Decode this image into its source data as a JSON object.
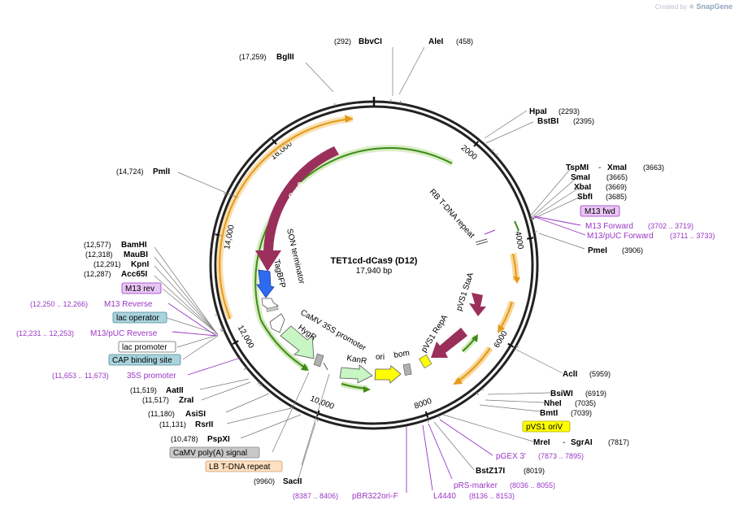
{
  "credit": {
    "prefix": "Created by",
    "brand": "SnapGene"
  },
  "plasmid": {
    "name": "TET1cd-dCas9 (D12)",
    "size_label": "17,940 bp",
    "length": 17940
  },
  "ticks": [
    {
      "bp": 2000,
      "label": "2000"
    },
    {
      "bp": 4000,
      "label": "4000"
    },
    {
      "bp": 6000,
      "label": "6000"
    },
    {
      "bp": 8000,
      "label": "8000"
    },
    {
      "bp": 10000,
      "label": "10,000"
    },
    {
      "bp": 12000,
      "label": "12,000"
    },
    {
      "bp": 14000,
      "label": "14,000"
    },
    {
      "bp": 16000,
      "label": "16,000"
    }
  ],
  "sites": [
    {
      "name": "BbvCI",
      "pos": "(292)",
      "bp": 292
    },
    {
      "name": "AleI",
      "pos": "(458)",
      "bp": 458
    },
    {
      "name": "HpaI",
      "pos": "(2293)",
      "bp": 2293
    },
    {
      "name": "BstBI",
      "pos": "(2395)",
      "bp": 2395
    },
    {
      "name": "TspMI",
      "name2": "XmaI",
      "pos": "(3663)",
      "bp": 3663
    },
    {
      "name": "SmaI",
      "pos": "(3665)",
      "bp": 3665
    },
    {
      "name": "XbaI",
      "pos": "(3669)",
      "bp": 3669
    },
    {
      "name": "SbfI",
      "pos": "(3685)",
      "bp": 3685
    },
    {
      "name": "PmeI",
      "pos": "(3906)",
      "bp": 3906
    },
    {
      "name": "AclI",
      "pos": "(5959)",
      "bp": 5959
    },
    {
      "name": "BsiWI",
      "pos": "(6919)",
      "bp": 6919
    },
    {
      "name": "NheI",
      "pos": "(7035)",
      "bp": 7035
    },
    {
      "name": "BmtI",
      "pos": "(7039)",
      "bp": 7039
    },
    {
      "name": "MreI",
      "name2": "SgrAI",
      "pos": "(7817)",
      "bp": 7817
    },
    {
      "name": "BstZ17I",
      "pos": "(8019)",
      "bp": 8019
    },
    {
      "name": "SacII",
      "pos": "(9960)",
      "bp": 9960
    },
    {
      "name": "PspXI",
      "pos": "(10,478)",
      "bp": 10478
    },
    {
      "name": "RsrII",
      "pos": "(11,131)",
      "bp": 11131
    },
    {
      "name": "AsiSI",
      "pos": "(11,180)",
      "bp": 11180
    },
    {
      "name": "ZraI",
      "pos": "(11,517)",
      "bp": 11517
    },
    {
      "name": "AatII",
      "pos": "(11,519)",
      "bp": 11519
    },
    {
      "name": "Acc65I",
      "pos": "(12,287)",
      "bp": 12287
    },
    {
      "name": "KpnI",
      "pos": "(12,291)",
      "bp": 12291
    },
    {
      "name": "MauBI",
      "pos": "(12,318)",
      "bp": 12318
    },
    {
      "name": "BamHI",
      "pos": "(12,577)",
      "bp": 12577
    },
    {
      "name": "PmlI",
      "pos": "(14,724)",
      "bp": 14724
    },
    {
      "name": "BglII",
      "pos": "(17,259)",
      "bp": 17259
    }
  ],
  "primers": [
    {
      "name": "M13 Forward",
      "range": "(3702 .. 3719)",
      "bp": 3710
    },
    {
      "name": "M13/pUC Forward",
      "range": "(3711 .. 3733)",
      "bp": 3722
    },
    {
      "name": "pGEX 3'",
      "range": "(7873 .. 7895)",
      "bp": 7884
    },
    {
      "name": "pRS-marker",
      "range": "(8036 .. 8055)",
      "bp": 8045
    },
    {
      "name": "L4440",
      "range": "(8136 .. 8153)",
      "bp": 8144
    },
    {
      "name": "pBR322ori-F",
      "range": "(8387 .. 8406)",
      "bp": 8396
    },
    {
      "name": "35S promoter",
      "range": "(11,653 .. 11,673)",
      "bp": 11663
    },
    {
      "name": "M13/pUC Reverse",
      "range": "(12,231 .. 12,253)",
      "bp": 12242
    },
    {
      "name": "M13 Reverse",
      "range": "(12,250 .. 12,266)",
      "bp": 12258
    }
  ],
  "boxed": [
    {
      "name": "M13 fwd",
      "color": "#e9c5f5",
      "border": "#9b36c4",
      "bp": 3700
    },
    {
      "name": "pVS1 oriV",
      "color": "#ffff00",
      "border": "#b5a800",
      "bp": 7500
    },
    {
      "name": "CaMV poly(A) signal",
      "color": "#c8c8c8",
      "border": "#888888",
      "bp": 10300
    },
    {
      "name": "LB T-DNA repeat",
      "color": "#ffe0c0",
      "border": "#c8a070",
      "bp": 10080
    },
    {
      "name": "CAP binding site",
      "color": "#a9d3dd",
      "border": "#4f8a98",
      "bp": 12180
    },
    {
      "name": "lac promoter",
      "color": "#ffffff",
      "border": "#666666",
      "bp": 12210
    },
    {
      "name": "lac operator",
      "color": "#a9d3dd",
      "border": "#4f8a98",
      "bp": 12270
    },
    {
      "name": "M13 rev",
      "color": "#e9c5f5",
      "border": "#9b36c4",
      "bp": 12262
    }
  ],
  "features": [
    {
      "name": "Cas9"
    },
    {
      "name": "RB T-DNA repeat"
    },
    {
      "name": "pVS1 StaA"
    },
    {
      "name": "pVS1 RepA"
    },
    {
      "name": "SON terminator"
    },
    {
      "name": "TagBFP"
    },
    {
      "name": "CaMV 35S promoter"
    },
    {
      "name": "HygR"
    },
    {
      "name": "KanR"
    },
    {
      "name": "ori"
    },
    {
      "name": "bom"
    }
  ],
  "colors": {
    "cas9": "#9b2f5c",
    "green_line": "#3d8a16",
    "orange_line": "#e39a1a",
    "tagbfp": "#2e6bf2",
    "resistance": "#c7f5c3",
    "ori": "#ffff00",
    "primer": "#9b36c4"
  }
}
